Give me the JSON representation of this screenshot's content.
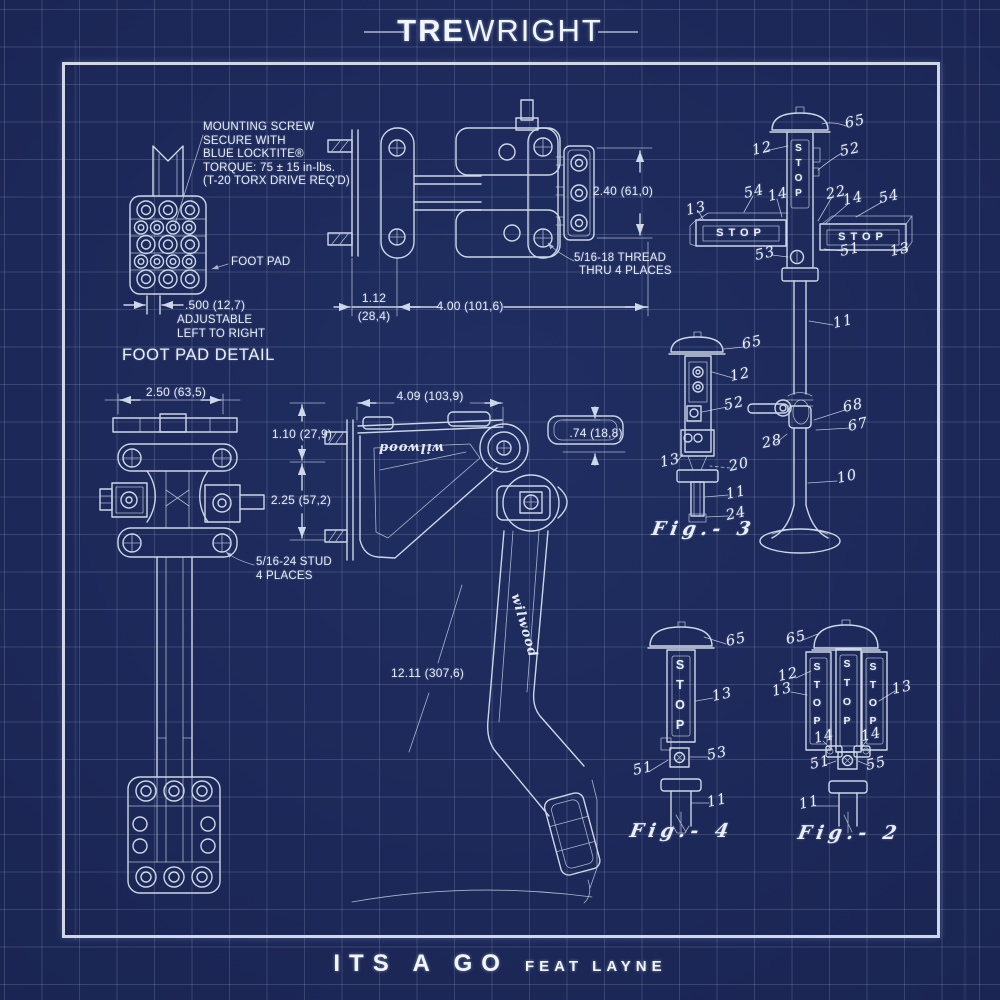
{
  "header": {
    "artist_bold": "TRE",
    "artist_light": "WRIGHT"
  },
  "footer": {
    "title": "ITS A GO",
    "feature": "FEAT LAYNE"
  },
  "palette": {
    "background": "#1a2553",
    "grid_line": "#46568a",
    "line_work": "#dce6f3",
    "text": "#e9eef8"
  },
  "sign_word": "STOP",
  "foot_pad_detail": {
    "mounting_note_lines": [
      "MOUNTING SCREW",
      "SECURE WITH",
      "BLUE LOCKTITE®",
      "TORQUE: 75 ± 15 in-lbs.",
      "(T-20 TORX DRIVE REQ'D)"
    ],
    "foot_pad_label": "FOOT PAD",
    "adjust_dim": ".500 (12,7)",
    "adjust_line1": "ADJUSTABLE",
    "adjust_line2": "LEFT TO RIGHT",
    "caption": "FOOT PAD DETAIL"
  },
  "top_assembly": {
    "dim_height": "2.40 (61,0)",
    "thread_note_line1": "5/16-18 THREAD",
    "thread_note_line2": "THRU 4 PLACES",
    "dim_offset_line1": "1.12",
    "dim_offset_line2": "(28,4)",
    "dim_width": "4.00 (101,6)"
  },
  "front_view": {
    "dim_width": "2.50 (63,5)",
    "dim_upper": "1.10 (27,9)",
    "dim_lower": "2.25 (57,2)",
    "stud_note_line1": "5/16-24 STUD",
    "stud_note_line2": "4 PLACES"
  },
  "side_view": {
    "dim_width": "4.09 (103,9)",
    "dim_drop": ".74 (18,8)",
    "dim_length": "12.11 (307,6)",
    "brand": "wilwood"
  },
  "figures": {
    "cross": {
      "refs": [
        "65",
        "12",
        "52",
        "13",
        "54",
        "14",
        "22",
        "14",
        "54",
        "53",
        "51",
        "13",
        "11"
      ]
    },
    "pole": {
      "refs": [
        "68",
        "67",
        "28",
        "10"
      ]
    },
    "device3": {
      "label": "Fig.- 3",
      "refs": [
        "65",
        "12",
        "52",
        "13",
        "20",
        "11",
        "24"
      ]
    },
    "fig4": {
      "label": "Fig.- 4",
      "refs": [
        "65",
        "13",
        "53",
        "51",
        "11"
      ]
    },
    "fig2": {
      "label": "Fig.- 2",
      "refs": [
        "65",
        "12",
        "13",
        "13",
        "14",
        "14",
        "51",
        "55",
        "11"
      ]
    }
  }
}
